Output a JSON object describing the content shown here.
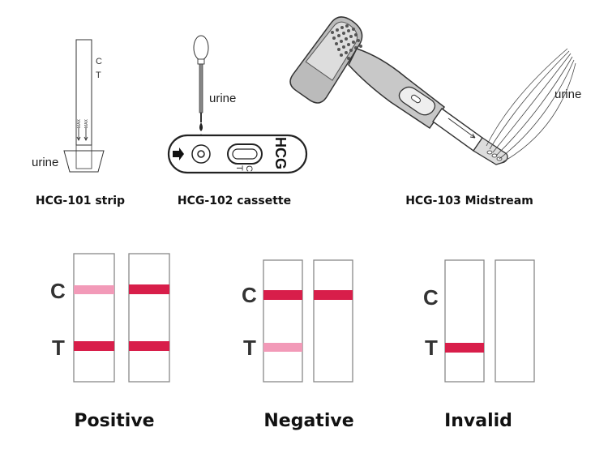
{
  "products": {
    "strip": {
      "caption": "HCG-101 strip",
      "label_c": "C",
      "label_t": "T",
      "max_1": "MAX",
      "max_2": "MAX",
      "urine": "urine"
    },
    "cassette": {
      "caption": "HCG-102 cassette",
      "brand": "HCG",
      "label_c": "C",
      "label_t": "T",
      "urine": "urine"
    },
    "midstream": {
      "caption": "HCG-103 Midstream",
      "urine": "urine"
    }
  },
  "results": {
    "line_labels": {
      "c": "C",
      "t": "T"
    },
    "positive": {
      "label": "Positive"
    },
    "negative": {
      "label": "Negative"
    },
    "invalid": {
      "label": "Invalid"
    }
  },
  "colors": {
    "strong_line": "#d81e4a",
    "faint_line": "#f29ab8",
    "outline": "#8a8a8a"
  }
}
